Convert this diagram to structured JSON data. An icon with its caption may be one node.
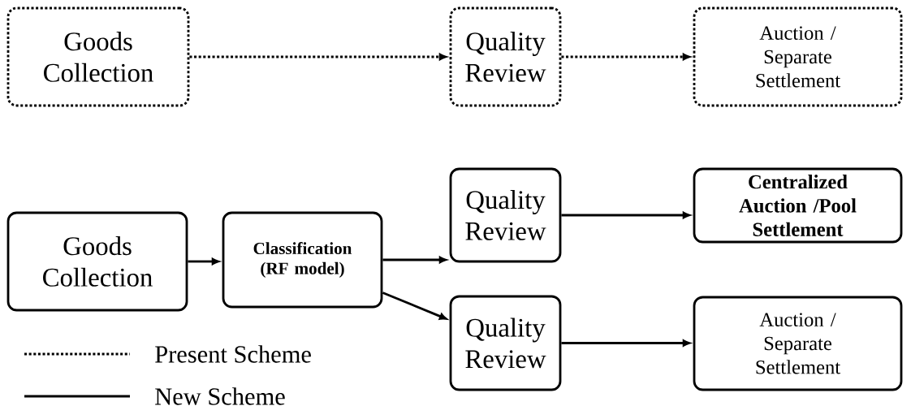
{
  "diagram": {
    "nodes": [
      {
        "text": [
          "Goods Collection"
        ]
      },
      {
        "text": [
          "Quality Review"
        ]
      },
      {
        "text": [
          "Auction / Separate Settlement"
        ]
      },
      {
        "text": [
          "Goods Collection"
        ]
      },
      {
        "text": [
          "Classification (RF model)"
        ]
      },
      {
        "text": [
          "Quality Review"
        ]
      },
      {
        "text": [
          "Centralized Auction /Pool Settlement"
        ]
      },
      {
        "text": [
          "Quality Review"
        ]
      },
      {
        "text": [
          "Auction / Separate Settlement"
        ]
      }
    ],
    "edges": [
      {
        "from": 0,
        "to": 1,
        "arrow": "to",
        "style": "dashed"
      },
      {
        "from": 1,
        "to": 2,
        "arrow": "to",
        "style": "dashed"
      },
      {
        "from": 3,
        "to": 4,
        "arrow": "to"
      },
      {
        "from": 4,
        "to": 5,
        "arrow": "to"
      },
      {
        "from": 4,
        "to": 7,
        "arrow": "to"
      },
      {
        "from": 5,
        "to": 6,
        "arrow": "to"
      },
      {
        "from": 7,
        "to": 8,
        "arrow": "to"
      }
    ],
    "legend": [
      {
        "text": "Present Scheme"
      },
      {
        "text": "New Scheme"
      }
    ]
  }
}
